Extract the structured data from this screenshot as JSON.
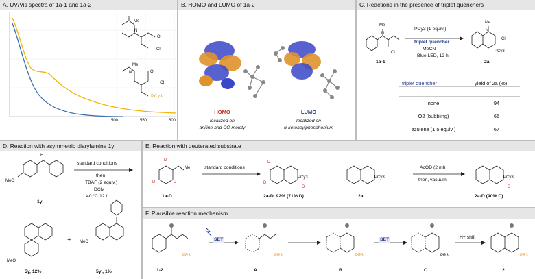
{
  "panels": {
    "A": {
      "head": "A. UV/Vis spectra of 1a-1 and 1a-2",
      "ticks": [
        "500",
        "550",
        "600"
      ],
      "cl_label": "Cl",
      "pcy3_label": "PCy3",
      "me_label": "Me",
      "n_label": "N",
      "o_label": "O",
      "cl_label2": "Cl"
    },
    "B": {
      "head": "B. HOMO and LUMO of 1a-2",
      "homo_title": "HOMO",
      "homo_desc1": "localized on",
      "homo_desc2": "aniline and CO moiety",
      "lumo_title": "LUMO",
      "lumo_desc1": "localized on",
      "lumo_desc2": "α-ketoacylphosphonium"
    },
    "C": {
      "head": "C. Reactions in the presence of triplet quenchers",
      "reagent1": "PCy3 (1 equiv.)",
      "reagent2": "triplet quencher",
      "reagent3": "MeCN",
      "reagent4": "Blue LED, 12 h",
      "sm_label": "1a-1",
      "prod_label": "2a",
      "table_h1": "triplet quencher",
      "table_h2": "yield of 2a (%)",
      "rows": [
        {
          "q": "none",
          "y": "94"
        },
        {
          "q": "O2 (bubbling)",
          "y": "65"
        },
        {
          "q": "azulene (1.5 equiv.)",
          "y": "67"
        }
      ]
    },
    "D": {
      "head": "D. Reaction with asymmetric diarylamine 1y",
      "cond1": "standard conditions",
      "cond2": "then",
      "cond3": "TBAF (2 equiv.)",
      "cond4": "DCM",
      "cond5": "40 °C,12 h",
      "sm_label": "1y",
      "prod1_label": "5y, 12%",
      "plus": "+",
      "prod2_label": "5y', 1%",
      "meo1": "MeO",
      "meo2": "MeO",
      "meo3": "MeO"
    },
    "E": {
      "head": "E. Reaction with deuterated substrate",
      "cond1": "standard conditions",
      "sm_label": "1a-D",
      "prod_label": "2a-D, 92% (71% D)",
      "mid_label": "2a",
      "cond2": "AcOD (2 ml)",
      "cond3": "then, vacuum",
      "final_label": "2a-D (90% D)"
    },
    "F": {
      "head": "F. Plausible reaction mechanism",
      "set1": "SET",
      "set2": "SET",
      "hshift": "H+ shift",
      "labels": [
        "1-2",
        "A",
        "B",
        "C",
        "2"
      ],
      "pr3": "PR3"
    }
  },
  "colors": {
    "accent_red": "#c0311f",
    "accent_blue": "#1f3f8a",
    "accent_orange": "#e0922c",
    "uv_blue": "#3b6fb0",
    "uv_yellow": "#f2b600",
    "head_bg": "#e6e6e6"
  }
}
